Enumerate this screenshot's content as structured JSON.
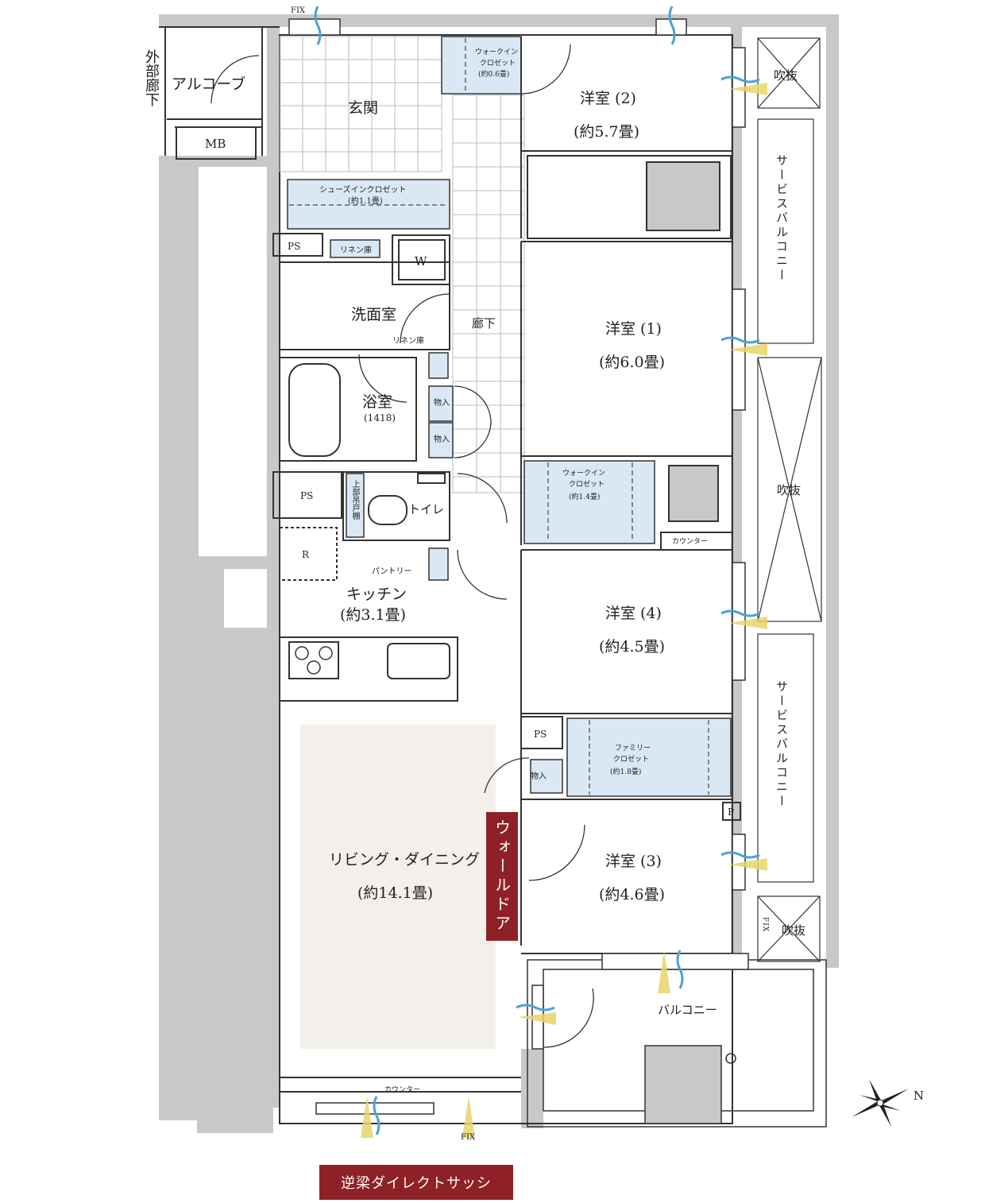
{
  "rooms": {
    "alcove": "アルコーブ",
    "outer_corridor": "外部廊下",
    "mb": "MB",
    "entrance": "玄関",
    "wic_small_line1": "ウォークイン",
    "wic_small_line2": "クロゼット",
    "wic_small_size": "(約0.6畳)",
    "western2_name": "洋室 (2)",
    "western2_size": "(約5.7畳)",
    "fukinuke_top": "吹抜",
    "fukinuke_mid": "吹抜",
    "fukinuke_bottom": "吹抜",
    "service_balcony": "サービスバルコニー",
    "service_balcony_2": "サービスバルコニー",
    "shoes_closet": "シューズインクロゼット",
    "shoes_closet_size": "(約1.1畳)",
    "ps_top": "PS",
    "linen_top": "リネン庫",
    "washer": "W",
    "washroom": "洗面室",
    "corridor": "廊下",
    "linen_small": "リネン庫",
    "western1_name": "洋室 (1)",
    "western1_size": "(約6.0畳)",
    "bath_name": "浴室",
    "bath_size": "(1418)",
    "storage_a": "物入",
    "storage_b": "物入",
    "wic_mid_line1": "ウォークイン",
    "wic_mid_line2": "クロゼット",
    "wic_mid_size": "(約1.4畳)",
    "ps_mid": "PS",
    "upper_shelf": "上部吊戸棚",
    "toilet": "トイレ",
    "counter_mid": "カウンター",
    "fridge": "R",
    "pantry": "パントリー",
    "kitchen_name": "キッチン",
    "kitchen_size": "(約3.1畳)",
    "western4_name": "洋室 (4)",
    "western4_size": "(約4.5畳)",
    "ps_lower": "PS",
    "family_closet_line1": "ファミリー",
    "family_closet_line2": "クロゼット",
    "family_closet_size": "(約1.8畳)",
    "storage_c": "物入",
    "p_mark": "P",
    "living_name": "リビング・ダイニング",
    "living_size": "(約14.1畳)",
    "wall_door": "ウォールドア",
    "western3_name": "洋室 (3)",
    "western3_size": "(約4.6畳)",
    "fix_side": "FIX",
    "balcony": "バルコニー",
    "counter_bottom": "カウンター",
    "fix_top": "FIX",
    "fix_bottom": "FIX",
    "compass_n": "N"
  },
  "sash_label": "逆梁ダイレクトサッシ",
  "colors": {
    "closet_fill": "#d9e8f4",
    "living_fill": "#f3f0ec",
    "wall_fill": "#c8c8c8",
    "accent": "#8e2127",
    "window_blue": "#4aa3d4",
    "window_yellow": "#e8d46a"
  }
}
